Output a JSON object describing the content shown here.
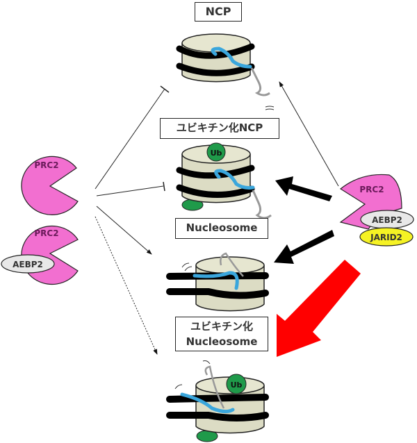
{
  "diagram": {
    "labels": {
      "ncp": "NCP",
      "ub_ncp": "ユビキチン化NCP",
      "nucleosome": "Nucleosome",
      "ub_nucleosome_line1": "ユビキチン化",
      "ub_nucleosome_line2": "Nucleosome"
    },
    "complexes": {
      "left_top": {
        "name": "PRC2"
      },
      "left_bottom": {
        "name": "PRC2",
        "subunit": "AEBP2"
      },
      "right": {
        "name": "PRC2",
        "subunits": [
          "AEBP2",
          "JARID2"
        ]
      }
    },
    "ubiquitin_label": "Ub",
    "colors": {
      "prc2": "#f26fd0",
      "aebp2": "#e8e8e8",
      "jarid2": "#f5f224",
      "dna": "#000000",
      "tail": "#3aa6dc",
      "histone": "#dcdcc4",
      "ubiquitin": "#1f9a4a",
      "strong_arrow": "#ff0000"
    },
    "relations": [
      {
        "from": "PRC2 (core)",
        "to": "NCP",
        "type": "inhibition"
      },
      {
        "from": "PRC2 (core)",
        "to": "ユビキチン化NCP",
        "type": "inhibition"
      },
      {
        "from": "PRC2 (core)",
        "to": "Nucleosome",
        "type": "activation"
      },
      {
        "from": "PRC2 (core)",
        "to": "ユビキチン化Nucleosome",
        "type": "weak activation (dotted)"
      },
      {
        "from": "PRC2-AEBP2-JARID2",
        "to": "NCP",
        "type": "weak activation"
      },
      {
        "from": "PRC2-AEBP2-JARID2",
        "to": "ユビキチン化NCP",
        "type": "strong activation"
      },
      {
        "from": "PRC2-AEBP2-JARID2",
        "to": "Nucleosome",
        "type": "strong activation"
      },
      {
        "from": "PRC2-AEBP2-JARID2",
        "to": "ユビキチン化Nucleosome",
        "type": "strongest activation (red)"
      }
    ]
  }
}
